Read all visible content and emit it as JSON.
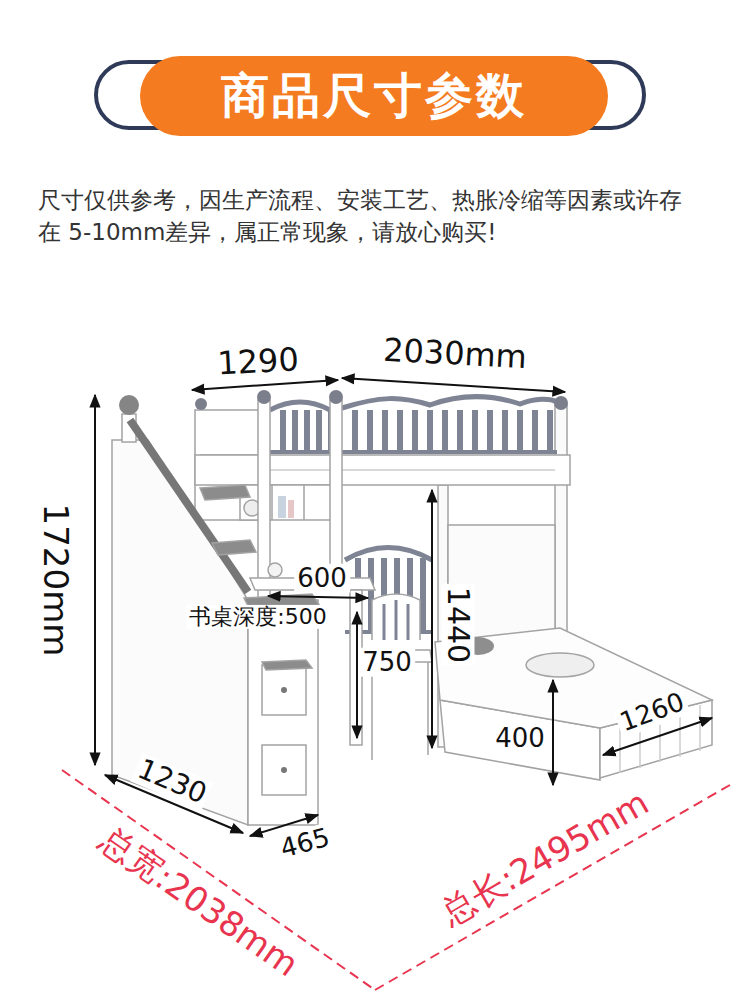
{
  "diagram": {
    "title": "商品尺寸参数",
    "labels": [
      "尺寸仅供参考，因生产流程、安装工艺、热胀冷缩等因素或许存在 5-10mm差异，属正常现象，请放心购买!",
      "1290",
      "2030mm",
      "1720mm",
      "600",
      "书桌深度:500",
      "1440",
      "750",
      "400",
      "1260",
      "1230",
      "465",
      "总宽:2038mm",
      "总长:2495mm"
    ]
  }
}
